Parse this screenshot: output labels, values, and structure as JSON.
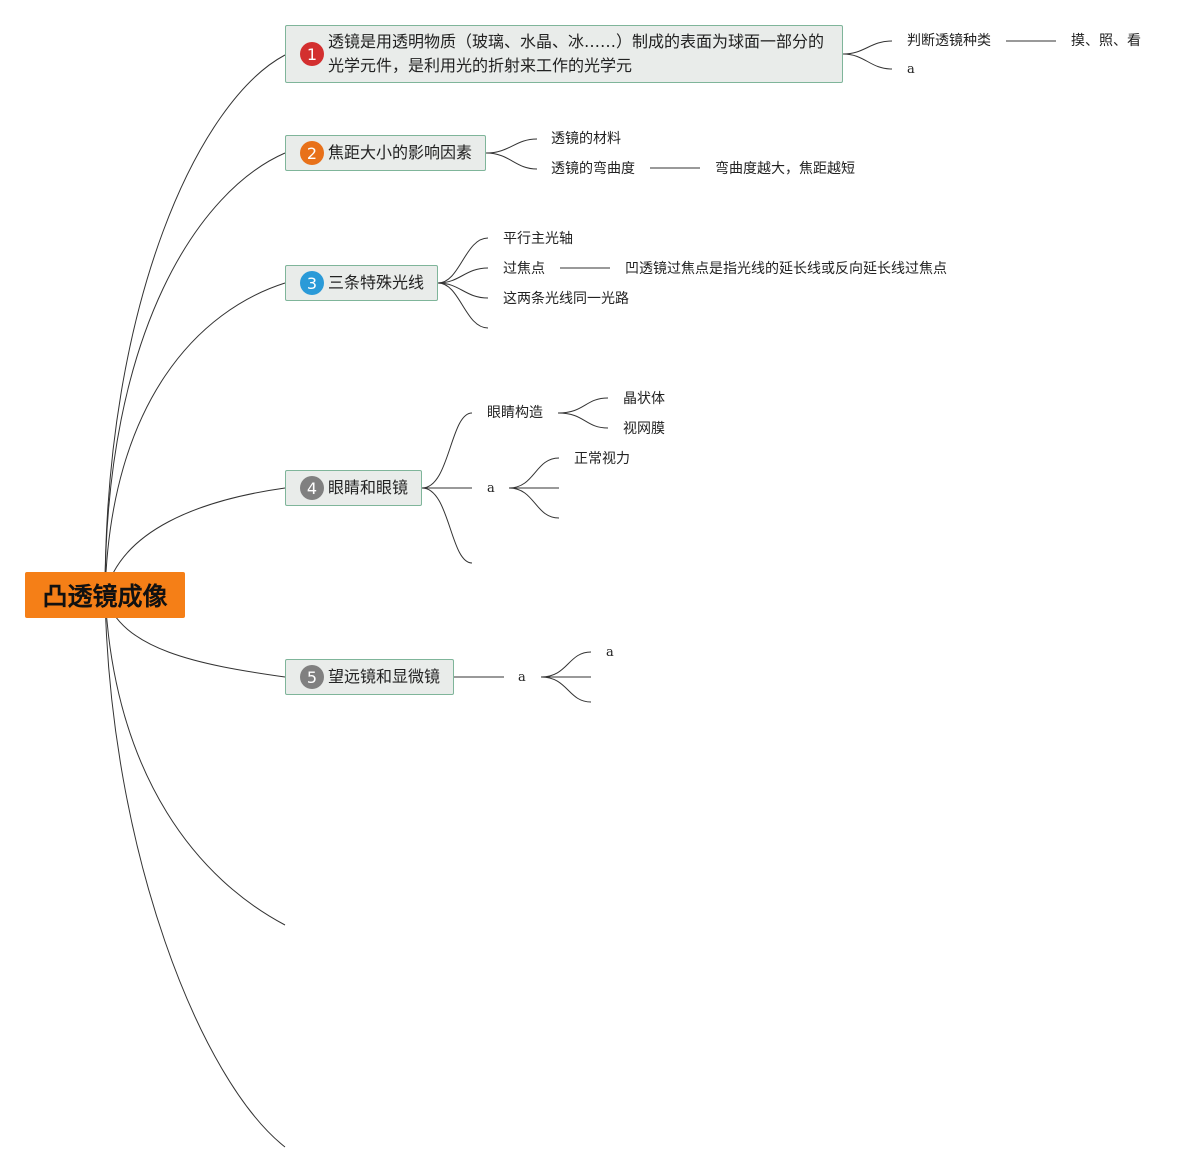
{
  "root": {
    "label": "凸透镜成像"
  },
  "colors": {
    "root_bg": "#f57f17",
    "badge1": "#d32f2f",
    "badge2": "#e8711a",
    "badge3": "#2a9ad8",
    "badge4": "#808080",
    "badge5": "#808080"
  },
  "topics": [
    {
      "num": "1",
      "line1": "透镜是用透明物质（玻璃、水晶、冰……）制成的表面为球面一部分的",
      "line2": "光学元件，是利用光的折射来工作的光学元",
      "children": [
        {
          "label": "判断透镜种类",
          "child": "摸、照、看"
        },
        {
          "label": "a"
        }
      ]
    },
    {
      "num": "2",
      "label": "焦距大小的影响因素",
      "children": [
        {
          "label": "透镜的材料"
        },
        {
          "label": "透镜的弯曲度",
          "child": "弯曲度越大，焦距越短"
        }
      ]
    },
    {
      "num": "3",
      "label": "三条特殊光线",
      "children": [
        {
          "label": "平行主光轴"
        },
        {
          "label": "过焦点",
          "child": "凹透镜过焦点是指光线的延长线或反向延长线过焦点"
        },
        {
          "label": "这两条光线同一光路"
        }
      ]
    },
    {
      "num": "4",
      "label": "眼睛和眼镜",
      "children": [
        {
          "label": "眼睛构造",
          "children": [
            "晶状体",
            "视网膜"
          ]
        },
        {
          "label": "a",
          "children": [
            "正常视力"
          ]
        }
      ]
    },
    {
      "num": "5",
      "label": "望远镜和显微镜",
      "children": [
        {
          "label": "a",
          "children": [
            "a"
          ]
        }
      ]
    }
  ]
}
